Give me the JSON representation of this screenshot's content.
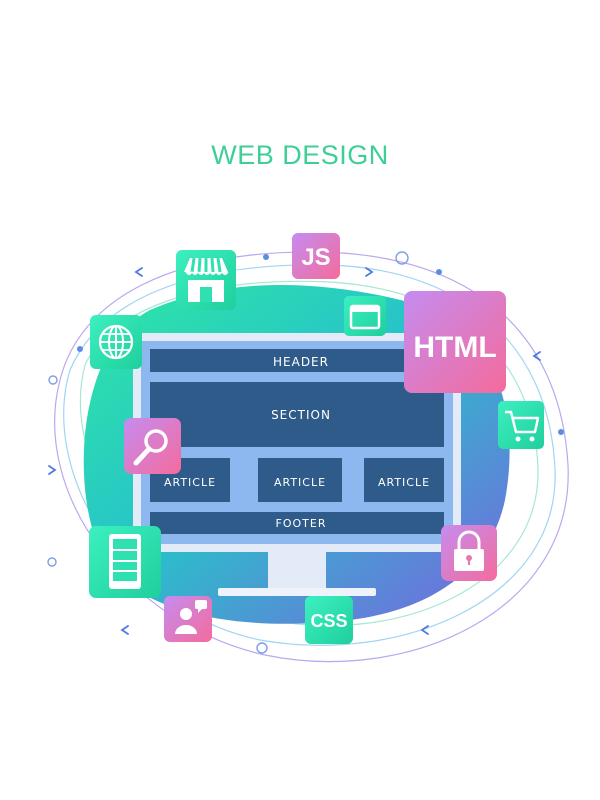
{
  "title": "WEB DESIGN",
  "monitor": {
    "header": "HEADER",
    "section": "SECTION",
    "articles": [
      "ARTICLE",
      "ARTICLE",
      "ARTICLE"
    ],
    "footer": "FOOTER"
  },
  "icons": {
    "js": "JS",
    "html": "HTML",
    "css": "CSS"
  },
  "colors": {
    "title": "#3ecf96",
    "teal": "#2fe0b0",
    "pink": "#f26fa4",
    "purple": "#b77fe6",
    "blue": "#4a8fe0",
    "screen_block": "#2f5b8a",
    "screen_bg": "#8cb8ef"
  }
}
